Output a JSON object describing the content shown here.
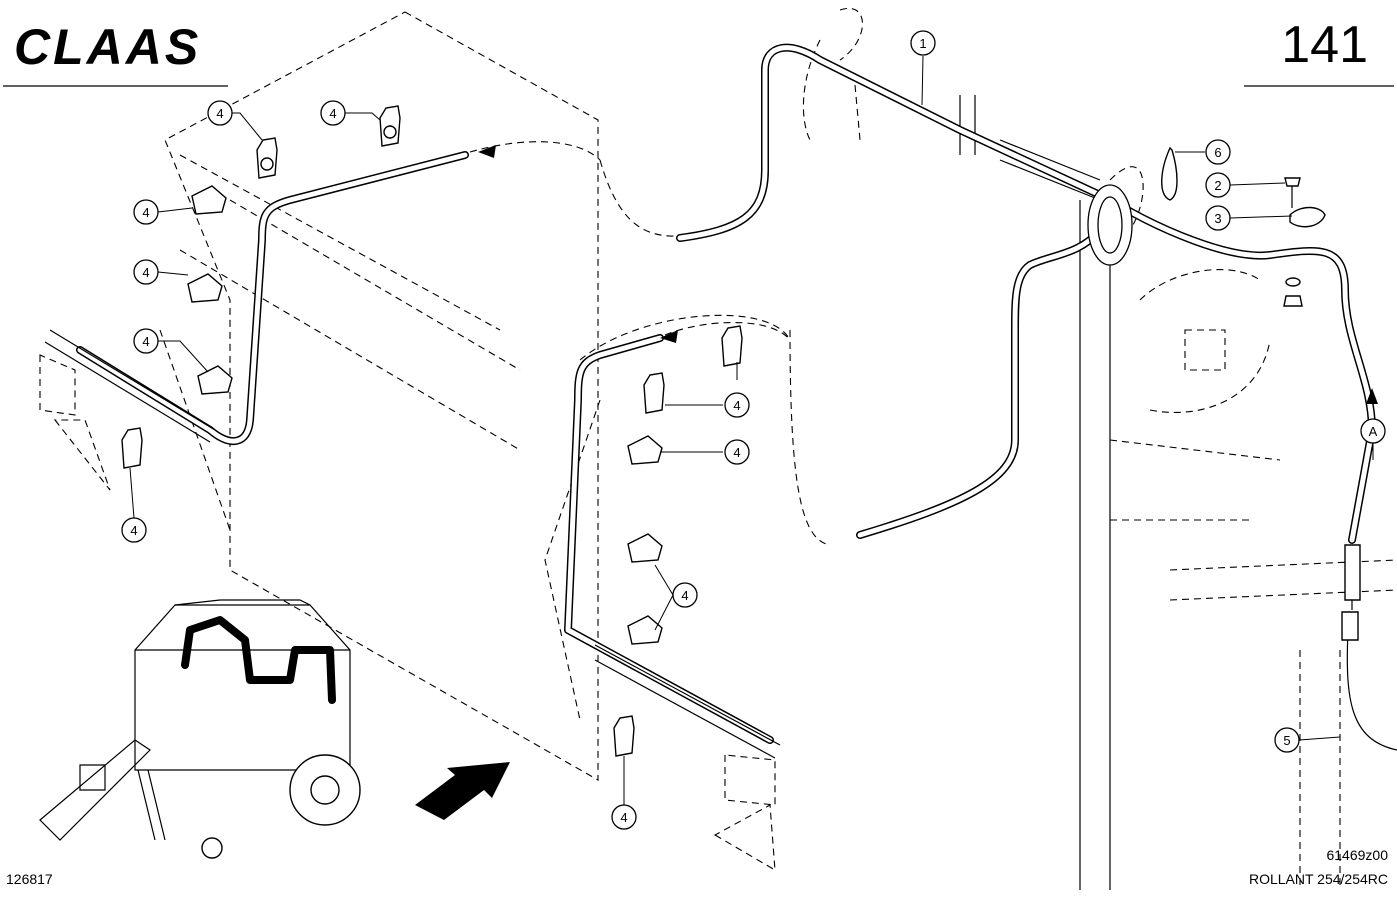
{
  "header": {
    "brand_logo": "CLAAS",
    "page_number": "141"
  },
  "footer": {
    "diagram_code": "61469z00",
    "model": "ROLLANT 254/254RC",
    "sheet_number": "126817"
  },
  "callouts": [
    {
      "label": "1"
    },
    {
      "label": "2"
    },
    {
      "label": "3"
    },
    {
      "label": "4"
    },
    {
      "label": "5"
    },
    {
      "label": "6"
    },
    {
      "label": "A"
    }
  ],
  "icons": [
    "claas-logo",
    "assembly-arrow-icon",
    "direction-arrow-icon"
  ]
}
